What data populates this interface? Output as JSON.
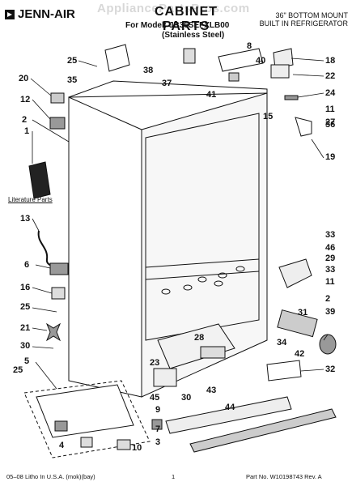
{
  "header": {
    "brand": "JENN-AIR",
    "watermark": "AppliancePartsPros.com",
    "title": "CABINET PARTS",
    "model_line": "For Model: JB36SEFXLB00",
    "finish_line": "(Stainless Steel)",
    "product_line_1": "36\" BOTTOM MOUNT",
    "product_line_2": "BUILT IN REFRIGERATOR"
  },
  "literature_label": "Literature Parts",
  "callouts": [
    "25",
    "38",
    "8",
    "40",
    "18",
    "20",
    "35",
    "37",
    "22",
    "24",
    "12",
    "41",
    "15",
    "11",
    "2",
    "36",
    "1",
    "27",
    "19",
    "13",
    "33",
    "46",
    "6",
    "29",
    "33",
    "16",
    "11",
    "25",
    "31",
    "39",
    "2",
    "21",
    "28",
    "30",
    "5",
    "23",
    "34",
    "42",
    "25",
    "30",
    "43",
    "32",
    "45",
    "44",
    "9",
    "7",
    "3",
    "4",
    "10"
  ],
  "footer": {
    "left": "05–08 Litho In U.S.A. (mok)(bay)",
    "page": "1",
    "part": "Part No. W10198743 Rev. A"
  }
}
